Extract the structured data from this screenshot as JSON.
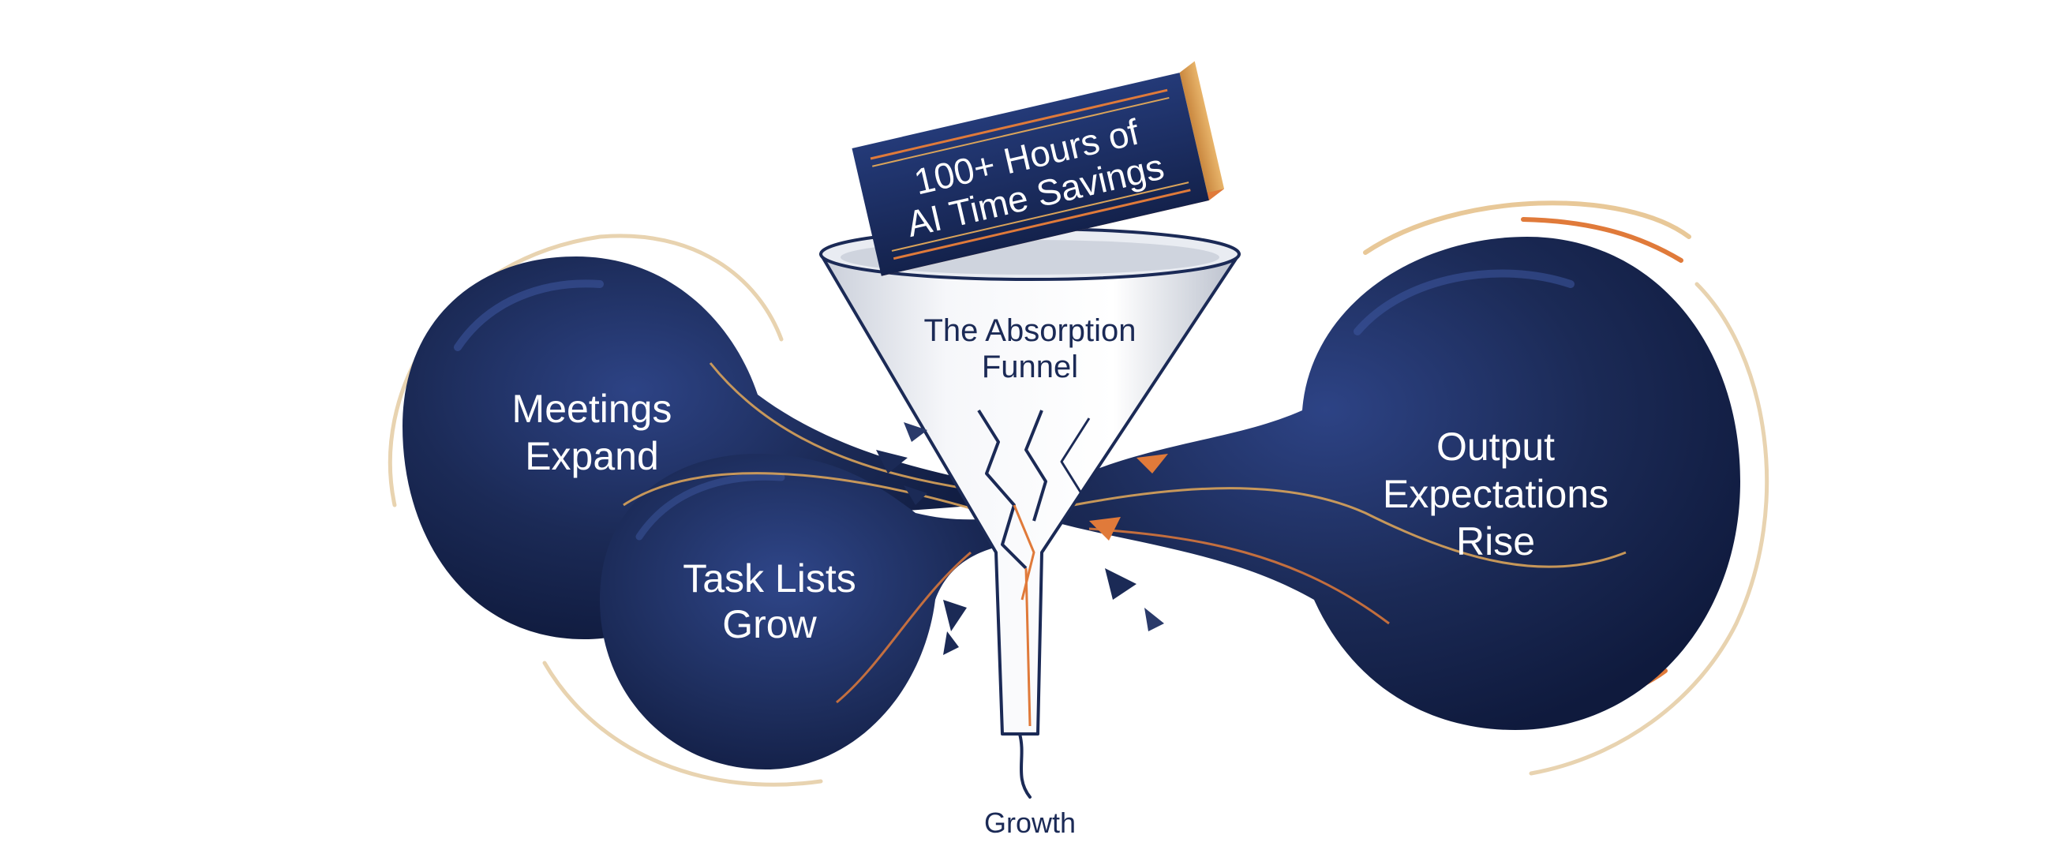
{
  "diagram": {
    "plaque": {
      "line1": "100+ Hours of",
      "line2": "AI Time Savings"
    },
    "funnel": {
      "line1": "The Absorption",
      "line2": "Funnel"
    },
    "bubbles": {
      "meetings": {
        "line1": "Meetings",
        "line2": "Expand"
      },
      "tasks": {
        "line1": "Task Lists",
        "line2": "Grow"
      },
      "output": {
        "line1": "Output",
        "line2": "Expectations",
        "line3": "Rise"
      }
    },
    "outlet": {
      "label": "Growth"
    }
  },
  "colors": {
    "navy": "#1b2a56",
    "navy_dark": "#0f1a3d",
    "accent_orange": "#e07a3a",
    "accent_gold": "#d9a35a",
    "funnel_white": "#f2f4f8",
    "background": "#ffffff"
  }
}
